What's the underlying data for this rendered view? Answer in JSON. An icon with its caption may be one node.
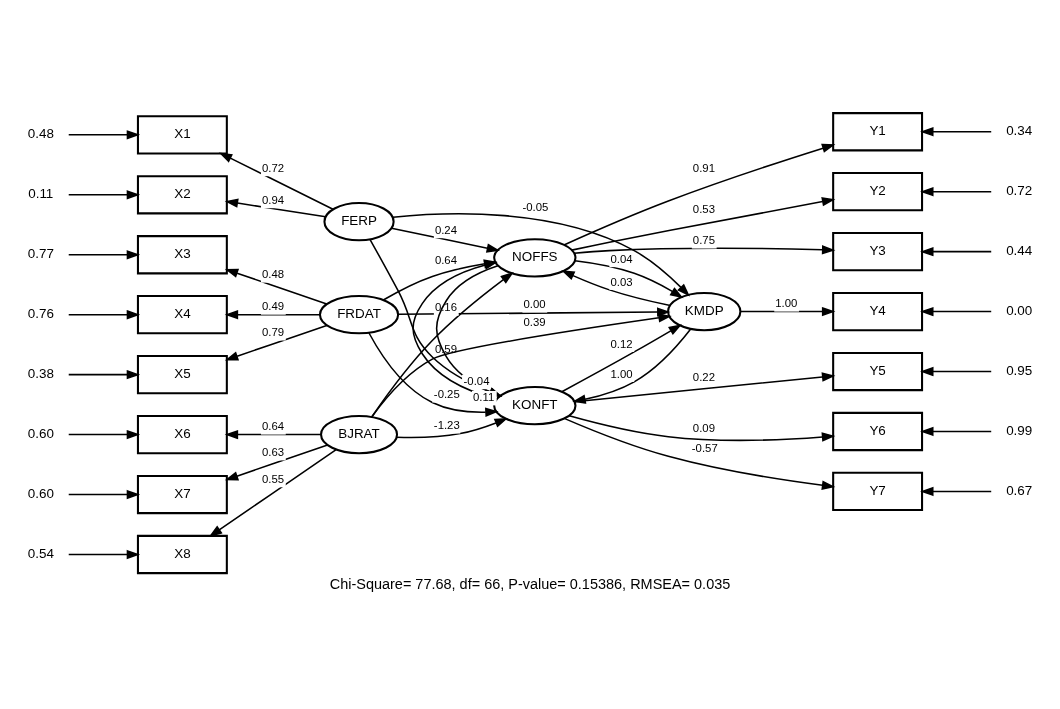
{
  "diagram": {
    "caption": "Chi-Square= 77.68, df= 66, P-value= 0.15386, RMSEA= 0.035",
    "nodes": [
      {
        "text": [
          "X1"
        ]
      },
      {
        "text": [
          "X2"
        ]
      },
      {
        "text": [
          "X3"
        ]
      },
      {
        "text": [
          "X4"
        ]
      },
      {
        "text": [
          "X5"
        ]
      },
      {
        "text": [
          "X6"
        ]
      },
      {
        "text": [
          "X7"
        ]
      },
      {
        "text": [
          "X8"
        ]
      },
      {
        "text": [
          "FERP"
        ]
      },
      {
        "text": [
          "FRDAT"
        ]
      },
      {
        "text": [
          "BJRAT"
        ]
      },
      {
        "text": [
          "NOFFS"
        ]
      },
      {
        "text": [
          "KMDP"
        ]
      },
      {
        "text": [
          "KONFT"
        ]
      },
      {
        "text": [
          "Y1"
        ]
      },
      {
        "text": [
          "Y2"
        ]
      },
      {
        "text": [
          "Y3"
        ]
      },
      {
        "text": [
          "Y4"
        ]
      },
      {
        "text": [
          "Y5"
        ]
      },
      {
        "text": [
          "Y6"
        ]
      },
      {
        "text": [
          "Y7"
        ]
      },
      {
        "text": [
          "0.48"
        ]
      },
      {
        "text": [
          "0.11"
        ]
      },
      {
        "text": [
          "0.77"
        ]
      },
      {
        "text": [
          "0.76"
        ]
      },
      {
        "text": [
          "0.38"
        ]
      },
      {
        "text": [
          "0.60"
        ]
      },
      {
        "text": [
          "0.60"
        ]
      },
      {
        "text": [
          "0.54"
        ]
      },
      {
        "text": [
          "0.34"
        ]
      },
      {
        "text": [
          "0.72"
        ]
      },
      {
        "text": [
          "0.44"
        ]
      },
      {
        "text": [
          "0.00"
        ]
      },
      {
        "text": [
          "0.95"
        ]
      },
      {
        "text": [
          "0.99"
        ]
      },
      {
        "text": [
          "0.67"
        ]
      }
    ],
    "edges": [
      {
        "from": 21,
        "to": 0,
        "arrow": "to"
      },
      {
        "from": 22,
        "to": 1,
        "arrow": "to"
      },
      {
        "from": 23,
        "to": 2,
        "arrow": "to"
      },
      {
        "from": 24,
        "to": 3,
        "arrow": "to"
      },
      {
        "from": 25,
        "to": 4,
        "arrow": "to"
      },
      {
        "from": 26,
        "to": 5,
        "arrow": "to"
      },
      {
        "from": 27,
        "to": 6,
        "arrow": "to"
      },
      {
        "from": 28,
        "to": 7,
        "arrow": "to"
      },
      {
        "from": 8,
        "to": 0,
        "arrow": "to",
        "label": "0.72"
      },
      {
        "from": 8,
        "to": 1,
        "arrow": "to",
        "label": "0.94"
      },
      {
        "from": 9,
        "to": 2,
        "arrow": "to",
        "label": "0.48"
      },
      {
        "from": 9,
        "to": 3,
        "arrow": "to",
        "label": "0.49"
      },
      {
        "from": 9,
        "to": 4,
        "arrow": "to",
        "label": "0.79"
      },
      {
        "from": 10,
        "to": 5,
        "arrow": "to",
        "label": "0.64"
      },
      {
        "from": 10,
        "to": 6,
        "arrow": "to",
        "label": "0.63"
      },
      {
        "from": 10,
        "to": 7,
        "arrow": "to",
        "label": "0.55"
      },
      {
        "from": 8,
        "to": 11,
        "arrow": "to",
        "label": "0.24"
      },
      {
        "from": 8,
        "to": 12,
        "arrow": "to",
        "label": "-0.05"
      },
      {
        "from": 8,
        "to": 13,
        "arrow": "to",
        "label": "0.59"
      },
      {
        "from": 9,
        "to": 11,
        "arrow": "to",
        "label": "0.64"
      },
      {
        "from": 9,
        "to": 12,
        "arrow": "to",
        "label": "0.00"
      },
      {
        "from": 9,
        "to": 13,
        "arrow": "to",
        "label": "-0.25"
      },
      {
        "from": 10,
        "to": 11,
        "arrow": "to",
        "label": "0.16"
      },
      {
        "from": 10,
        "to": 12,
        "arrow": "to",
        "label": "0.39"
      },
      {
        "from": 10,
        "to": 13,
        "arrow": "to",
        "label": "-1.23"
      },
      {
        "from": 11,
        "to": 12,
        "arrow": "to",
        "label": "0.04"
      },
      {
        "from": 11,
        "to": 13,
        "arrow": "to",
        "label": "-0.04"
      },
      {
        "from": 12,
        "to": 11,
        "arrow": "to",
        "label": "0.03"
      },
      {
        "from": 13,
        "to": 11,
        "arrow": "to",
        "label": "0.11"
      },
      {
        "from": 13,
        "to": 12,
        "arrow": "to",
        "label": "0.12"
      },
      {
        "from": 12,
        "to": 13,
        "arrow": "to",
        "label": "1.00"
      },
      {
        "from": 11,
        "to": 14,
        "arrow": "to",
        "label": "0.91"
      },
      {
        "from": 11,
        "to": 15,
        "arrow": "to",
        "label": "0.53"
      },
      {
        "from": 11,
        "to": 16,
        "arrow": "to",
        "label": "0.75"
      },
      {
        "from": 12,
        "to": 17,
        "arrow": "to",
        "label": "1.00"
      },
      {
        "from": 13,
        "to": 18,
        "arrow": "to",
        "label": "0.22"
      },
      {
        "from": 13,
        "to": 19,
        "arrow": "to",
        "label": "0.09"
      },
      {
        "from": 13,
        "to": 20,
        "arrow": "to",
        "label": "-0.57"
      },
      {
        "from": 29,
        "to": 14,
        "arrow": "to"
      },
      {
        "from": 30,
        "to": 15,
        "arrow": "to"
      },
      {
        "from": 31,
        "to": 16,
        "arrow": "to"
      },
      {
        "from": 32,
        "to": 17,
        "arrow": "to"
      },
      {
        "from": 33,
        "to": 18,
        "arrow": "to"
      },
      {
        "from": 34,
        "to": 19,
        "arrow": "to"
      },
      {
        "from": 35,
        "to": 20,
        "arrow": "to"
      }
    ]
  }
}
